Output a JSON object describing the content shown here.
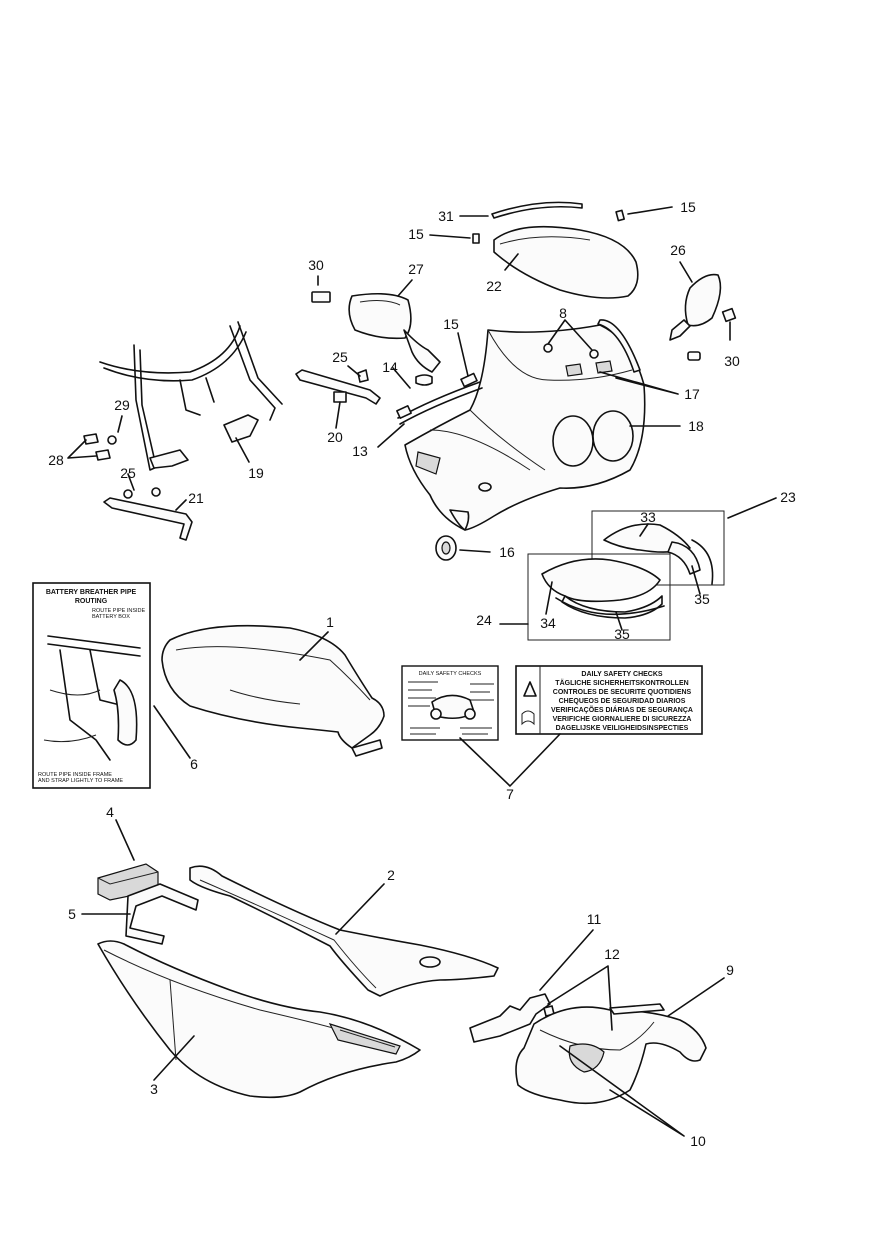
{
  "callouts": {
    "c1": "1",
    "c2": "2",
    "c3": "3",
    "c4": "4",
    "c5": "5",
    "c6": "6",
    "c7": "7",
    "c8": "8",
    "c9": "9",
    "c10": "10",
    "c11": "11",
    "c12": "12",
    "c13": "13",
    "c14": "14",
    "c15a": "15",
    "c15b": "15",
    "c15c": "15",
    "c16": "16",
    "c17": "17",
    "c18": "18",
    "c19": "19",
    "c20": "20",
    "c21": "21",
    "c22": "22",
    "c23": "23",
    "c24": "24",
    "c25a": "25",
    "c25b": "25",
    "c26": "26",
    "c27": "27",
    "c28": "28",
    "c29": "29",
    "c30a": "30",
    "c30b": "30",
    "c31": "31",
    "c33": "33",
    "c34": "34",
    "c35a": "35",
    "c35b": "35"
  },
  "battery_label": {
    "title_line1": "BATTERY BREATHER PIPE",
    "title_line2": "ROUTING",
    "note_top_line1": "ROUTE PIPE INSIDE",
    "note_top_line2": "BATTERY BOX",
    "note_bottom_line1": "ROUTE PIPE INSIDE FRAME",
    "note_bottom_line2": "AND STRAP LIGHTLY TO FRAME"
  },
  "safety_decal": {
    "lines": [
      "DAILY SAFETY CHECKS",
      "TÄGLICHE SICHERHEITSKONTROLLEN",
      "CONTROLES DE SECURITE QUOTIDIENS",
      "CHEQUEOS DE SEGURIDAD DIARIOS",
      "VERIFICAÇÕES DIÁRIAS DE SEGURANÇA",
      "VERIFICHE GIORNALIERE DI SICUREZZA",
      "DAGELIJSKE VEILIGHEIDSINSPECTIES"
    ]
  },
  "checks_card": {
    "title": "DAILY SAFETY CHECKS"
  }
}
